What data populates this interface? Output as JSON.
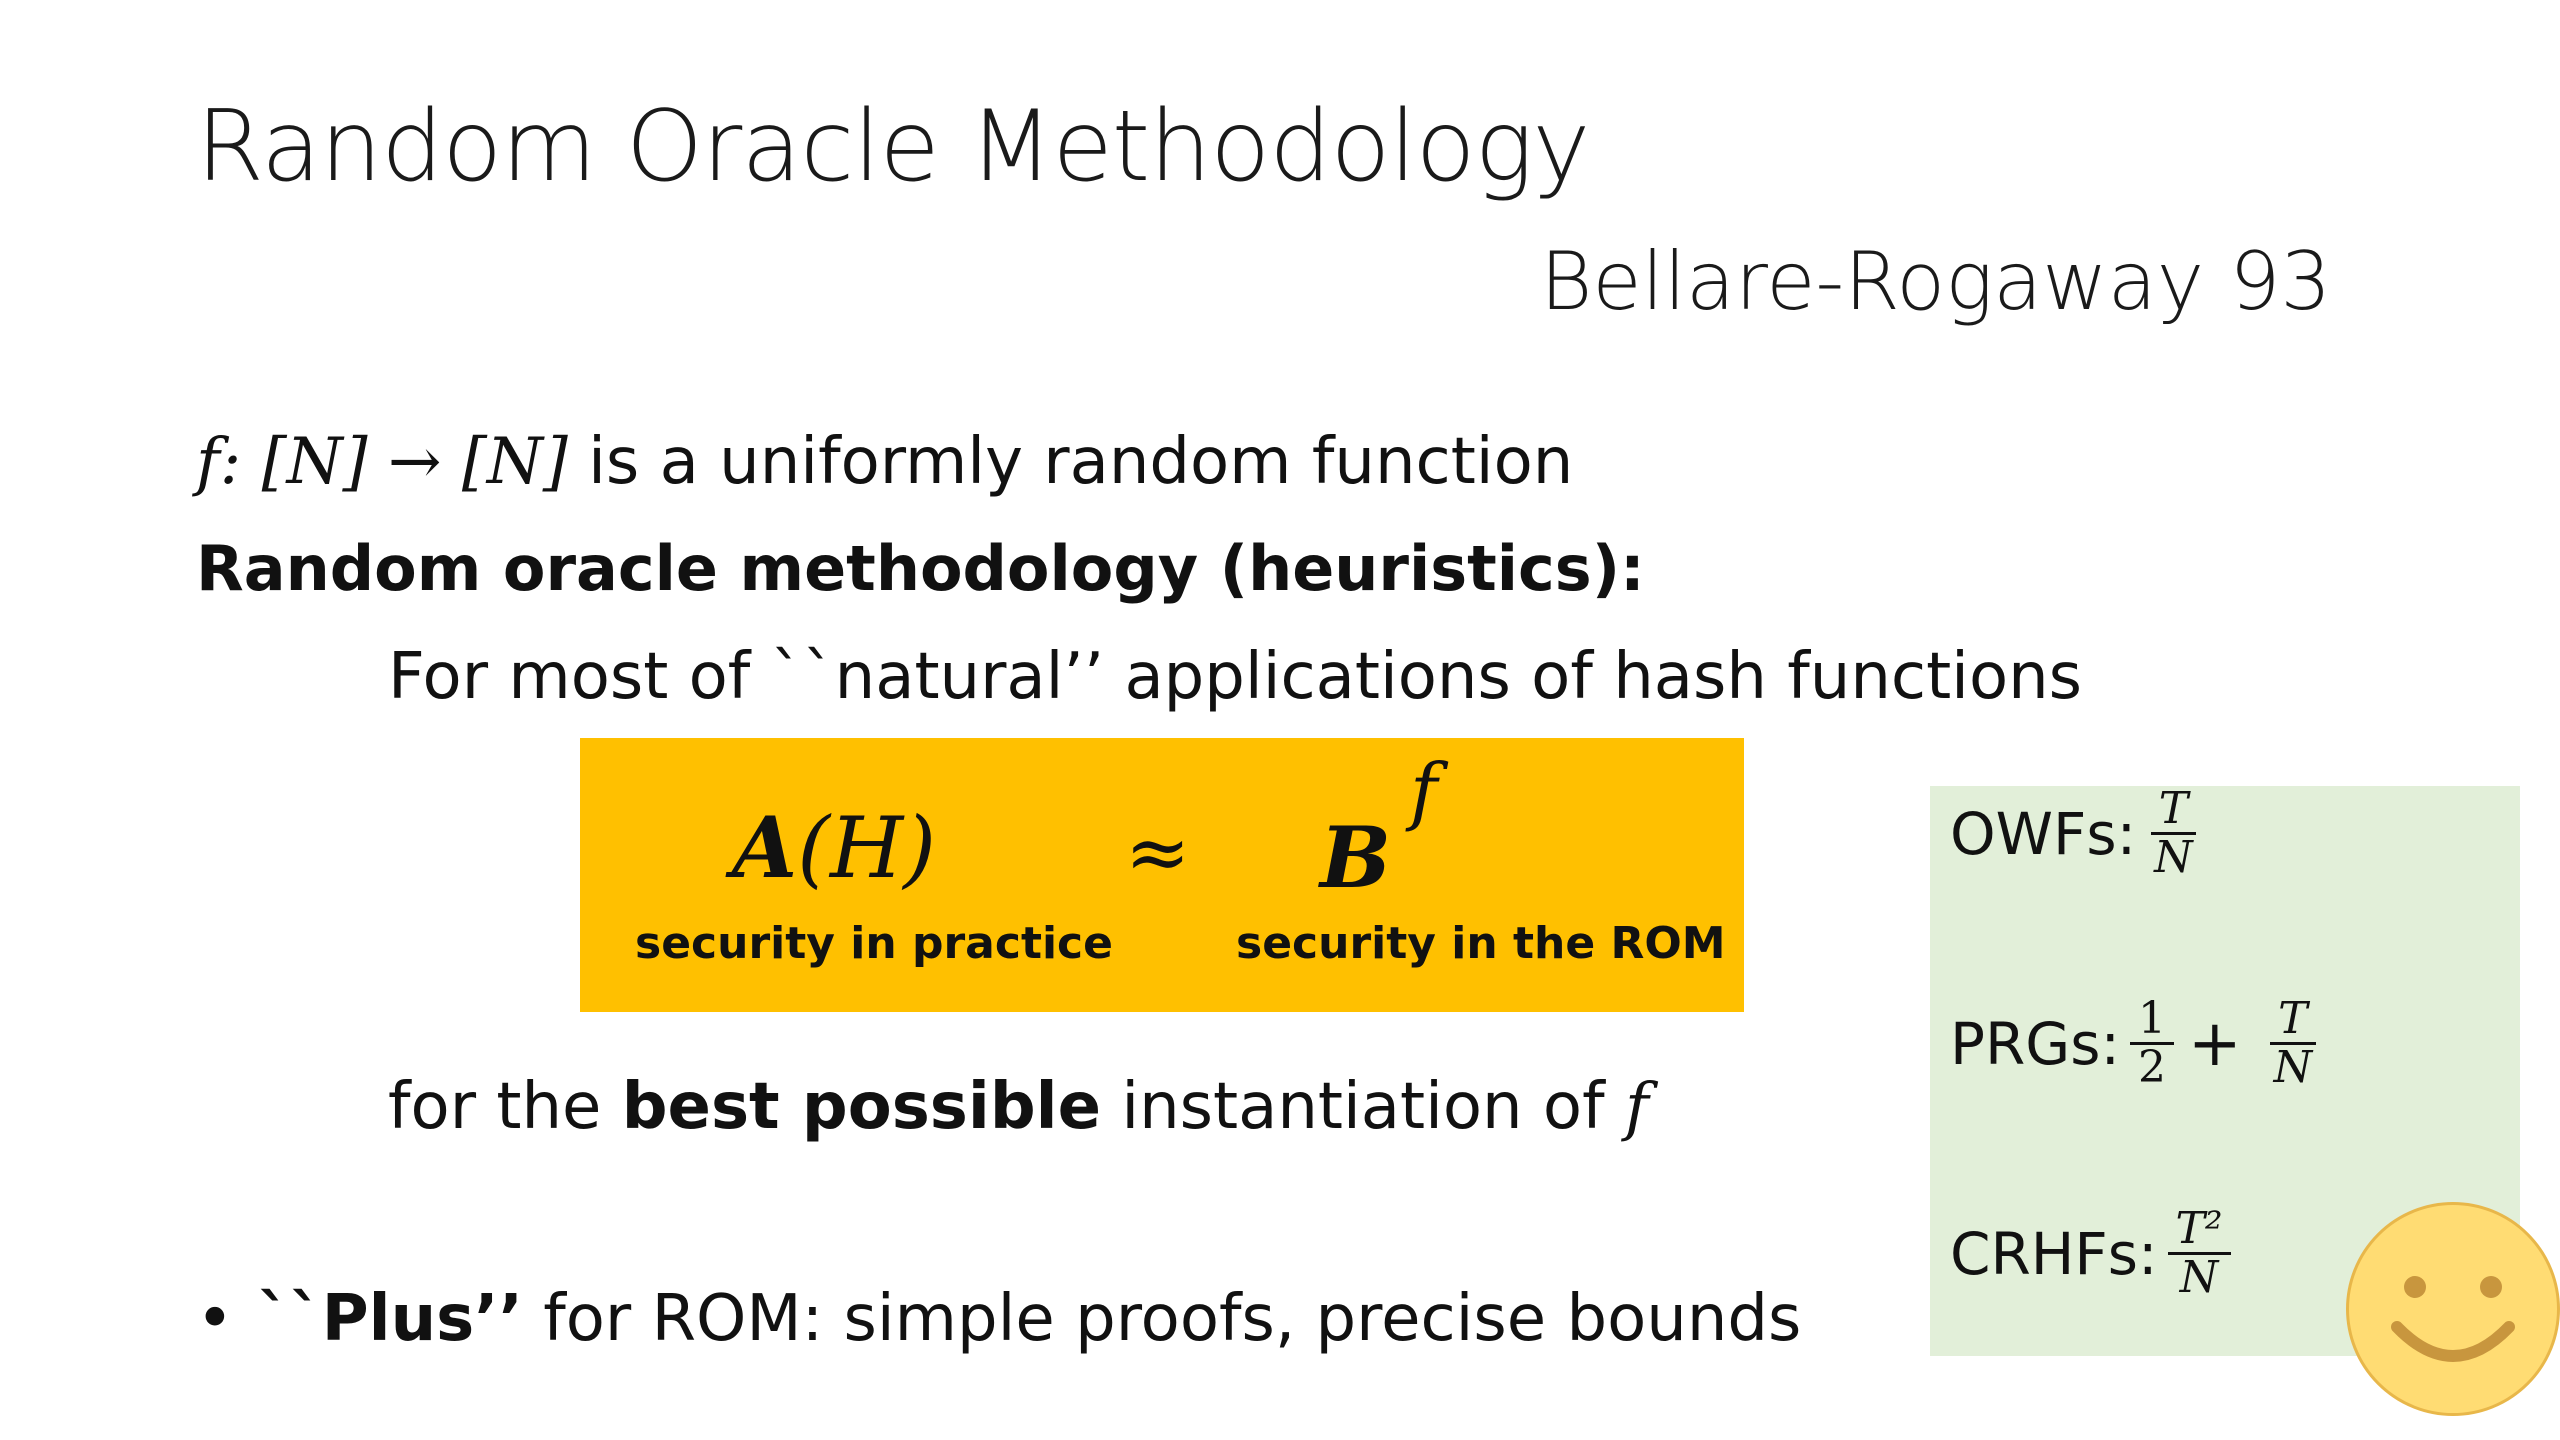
{
  "title": "Random Oracle Methodology",
  "attribution": "Bellare-Rogaway 93",
  "definition": {
    "math": "f: [N] → [N]",
    "text": " is a uniformly random function"
  },
  "heading": "Random oracle methodology (heuristics):",
  "for_most": "For most of ``natural’’ applications of hash functions",
  "yellow_box": {
    "left_symbol_bold": "A",
    "left_symbol_rest": "(H)",
    "approx": "≈",
    "right_symbol": "B",
    "right_superscript": "f",
    "left_label": "security in practice",
    "right_label": "security in the ROM"
  },
  "for_best": {
    "pre": "for the ",
    "bold": "best possible",
    "post": " instantiation of ",
    "math": "f"
  },
  "plus_line": {
    "bullet": "•",
    "bold": "``Plus’’",
    "rest": " for ROM: simple proofs, precise bounds"
  },
  "bounds": {
    "owf": {
      "label": "OWFs:",
      "num": "T",
      "den": "N"
    },
    "prg": {
      "label": "PRGs:",
      "half_num": "1",
      "half_den": "2",
      "plus": "+",
      "num": "T",
      "den": "N"
    },
    "crhf": {
      "label": "CRHFs:",
      "num": "T²",
      "den": "N"
    }
  },
  "colors": {
    "highlight_box": "#ffc000",
    "bounds_box": "#e2efd9",
    "smiley": "#ffdc73"
  }
}
